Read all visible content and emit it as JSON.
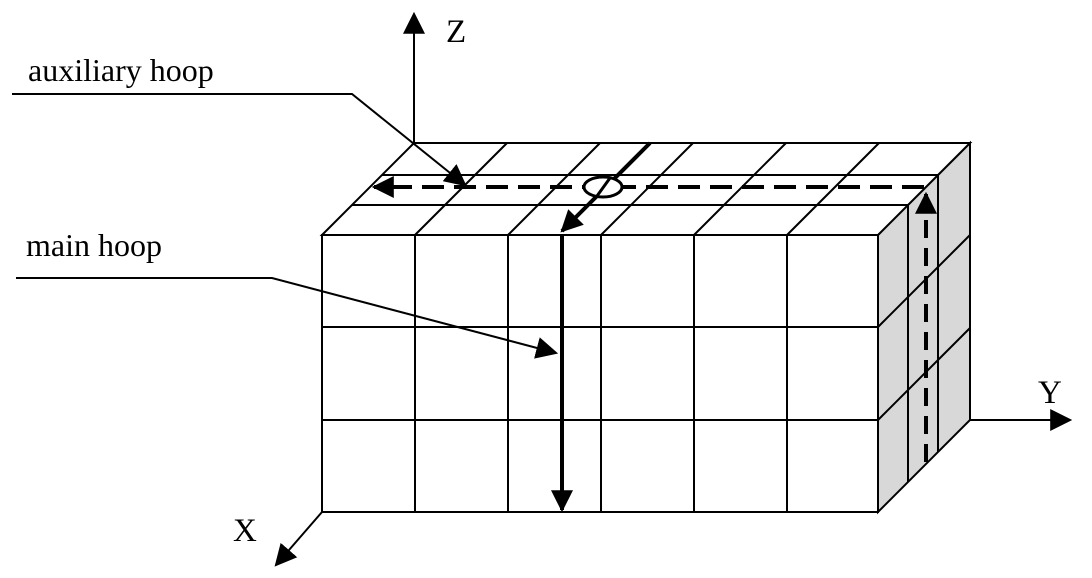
{
  "labels": {
    "auxiliary_hoop": "auxiliary hoop",
    "main_hoop": "main hoop"
  },
  "axes": {
    "x": "X",
    "y": "Y",
    "z": "Z"
  },
  "colors": {
    "stroke": "#000000",
    "side_face": "#d8d8d8",
    "background": "#ffffff"
  }
}
